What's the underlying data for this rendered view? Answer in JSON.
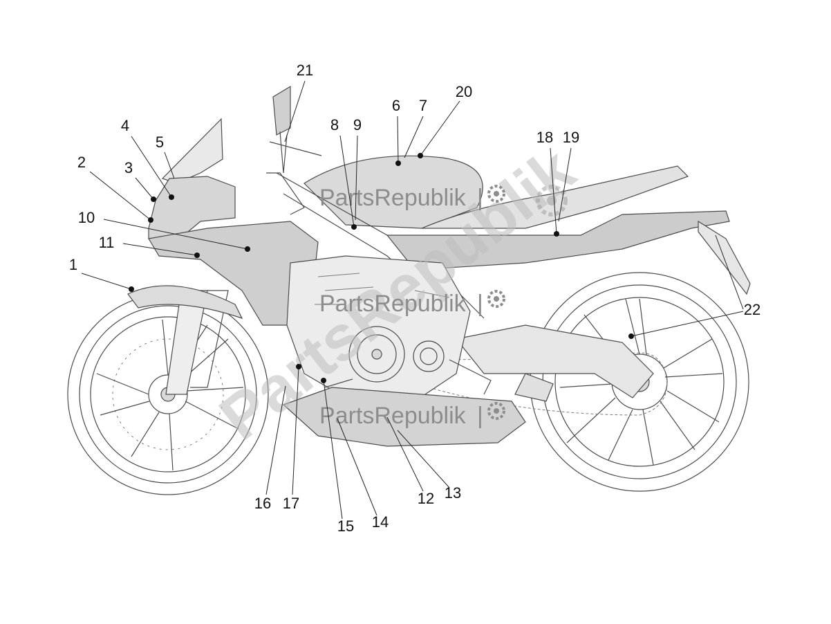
{
  "watermark": {
    "text": "PartsRepublik",
    "separator": "|"
  },
  "callouts": [
    {
      "num": "1"
    },
    {
      "num": "2"
    },
    {
      "num": "3"
    },
    {
      "num": "4"
    },
    {
      "num": "5"
    },
    {
      "num": "6"
    },
    {
      "num": "7"
    },
    {
      "num": "8"
    },
    {
      "num": "9"
    },
    {
      "num": "10"
    },
    {
      "num": "11"
    },
    {
      "num": "12"
    },
    {
      "num": "13"
    },
    {
      "num": "14"
    },
    {
      "num": "15"
    },
    {
      "num": "16"
    },
    {
      "num": "17"
    },
    {
      "num": "18"
    },
    {
      "num": "19"
    },
    {
      "num": "20"
    },
    {
      "num": "21"
    },
    {
      "num": "22"
    }
  ]
}
